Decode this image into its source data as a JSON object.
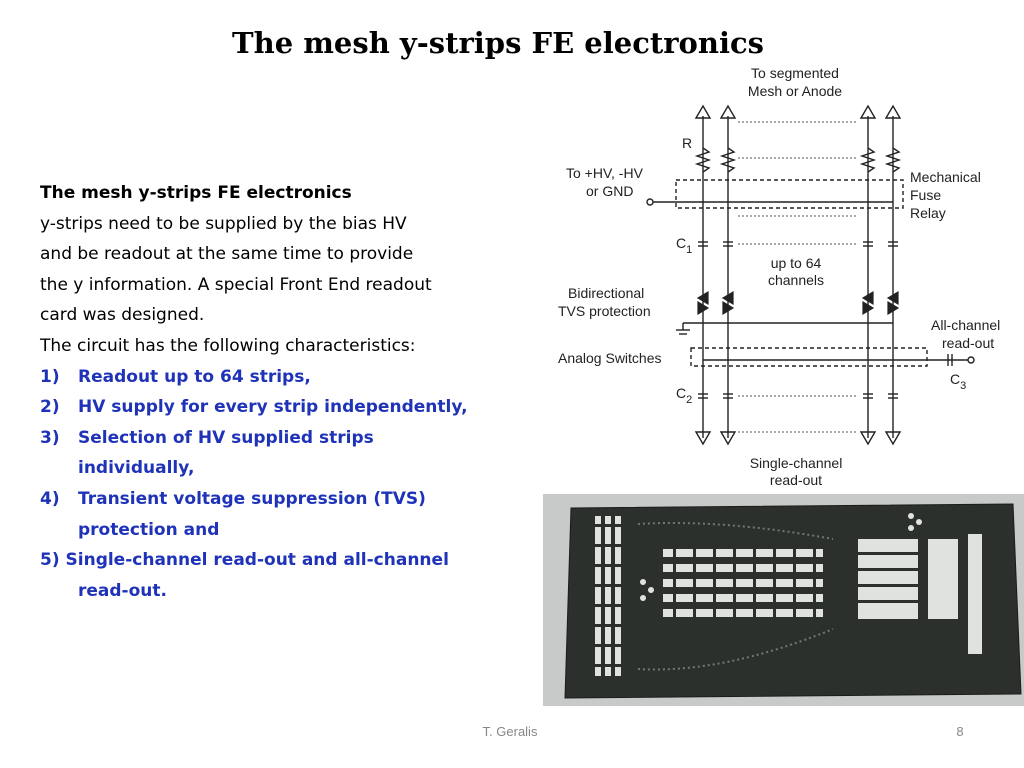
{
  "title": "The mesh y-strips FE electronics",
  "body": {
    "heading": "The mesh y-strips FE electronics",
    "paragraph1_lines": [
      "y-strips need to be supplied by the bias HV",
      "and be readout at the same time to provide",
      "the y information. A special Front End readout",
      "card  was designed."
    ],
    "paragraph2": "The circuit has the following characteristics:",
    "items": [
      {
        "num": "1)",
        "text": "Readout up to 64 strips,"
      },
      {
        "num": "2)",
        "text": "HV supply for every strip independently,"
      },
      {
        "num": "3)",
        "text": "Selection of HV supplied strips",
        "cont": "individually,"
      },
      {
        "num": "4)",
        "text": "Transient voltage suppression (TVS)",
        "cont": "protection and"
      },
      {
        "num": "",
        "text": "5) Single-channel read-out and all-channel",
        "cont": "read-out."
      }
    ]
  },
  "diagram": {
    "top_label_line1": "To segmented",
    "top_label_line2": "Mesh or Anode",
    "r_label": "R",
    "hv_label_line1": "To +HV, -HV",
    "hv_label_line2": "or GND",
    "mech_line1": "Mechanical",
    "mech_line2": "Fuse",
    "mech_line3": "Relay",
    "c1_label": "C",
    "c1_sub": "1",
    "channels_line1": "up to 64",
    "channels_line2": "channels",
    "tvs_line1": "Bidirectional",
    "tvs_line2": "TVS protection",
    "allch_line1": "All-channel",
    "allch_line2": "read-out",
    "analog_label": "Analog Switches",
    "c3_label": "C",
    "c3_sub": "3",
    "c2_label": "C",
    "c2_sub": "2",
    "single_line1": "Single-channel",
    "single_line2": "read-out"
  },
  "footer": {
    "author": "T. Geralis",
    "page": "8"
  },
  "colors": {
    "list_blue": "#1f33b8",
    "board": "#2b302d"
  }
}
